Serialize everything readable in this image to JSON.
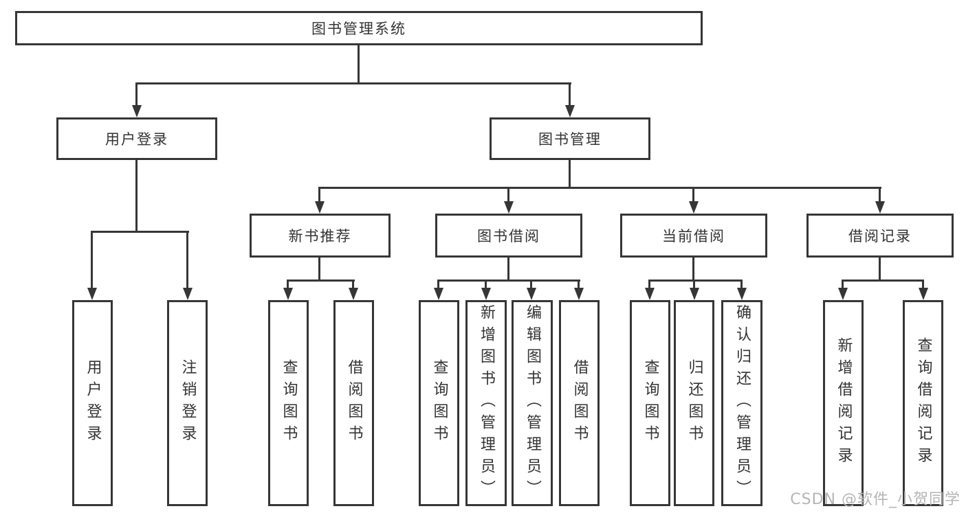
{
  "colors": {
    "line": "#363636",
    "text": "#333333",
    "background": "#ffffff",
    "watermark": "#b5b5b5"
  },
  "watermark": {
    "text": "CSDN @软件_小贺同学"
  },
  "tree": {
    "root": {
      "label": "图书管理系统"
    },
    "branches": [
      {
        "label": "用户登录",
        "children": [
          {
            "label": "用户登录"
          },
          {
            "label": "注销登录"
          }
        ]
      },
      {
        "label": "图书管理",
        "children": [
          {
            "label": "新书推荐",
            "children": [
              {
                "label": "查询图书"
              },
              {
                "label": "借阅图书"
              }
            ]
          },
          {
            "label": "图书借阅",
            "children": [
              {
                "label": "查询图书"
              },
              {
                "label": "新增图书（管理员）"
              },
              {
                "label": "编辑图书（管理员）"
              },
              {
                "label": "借阅图书"
              }
            ]
          },
          {
            "label": "当前借阅",
            "children": [
              {
                "label": "查询图书"
              },
              {
                "label": "归还图书"
              },
              {
                "label": "确认归还（管理员）"
              }
            ]
          },
          {
            "label": "借阅记录",
            "children": [
              {
                "label": "新增借阅记录"
              },
              {
                "label": "查询借阅记录"
              }
            ]
          }
        ]
      }
    ]
  }
}
